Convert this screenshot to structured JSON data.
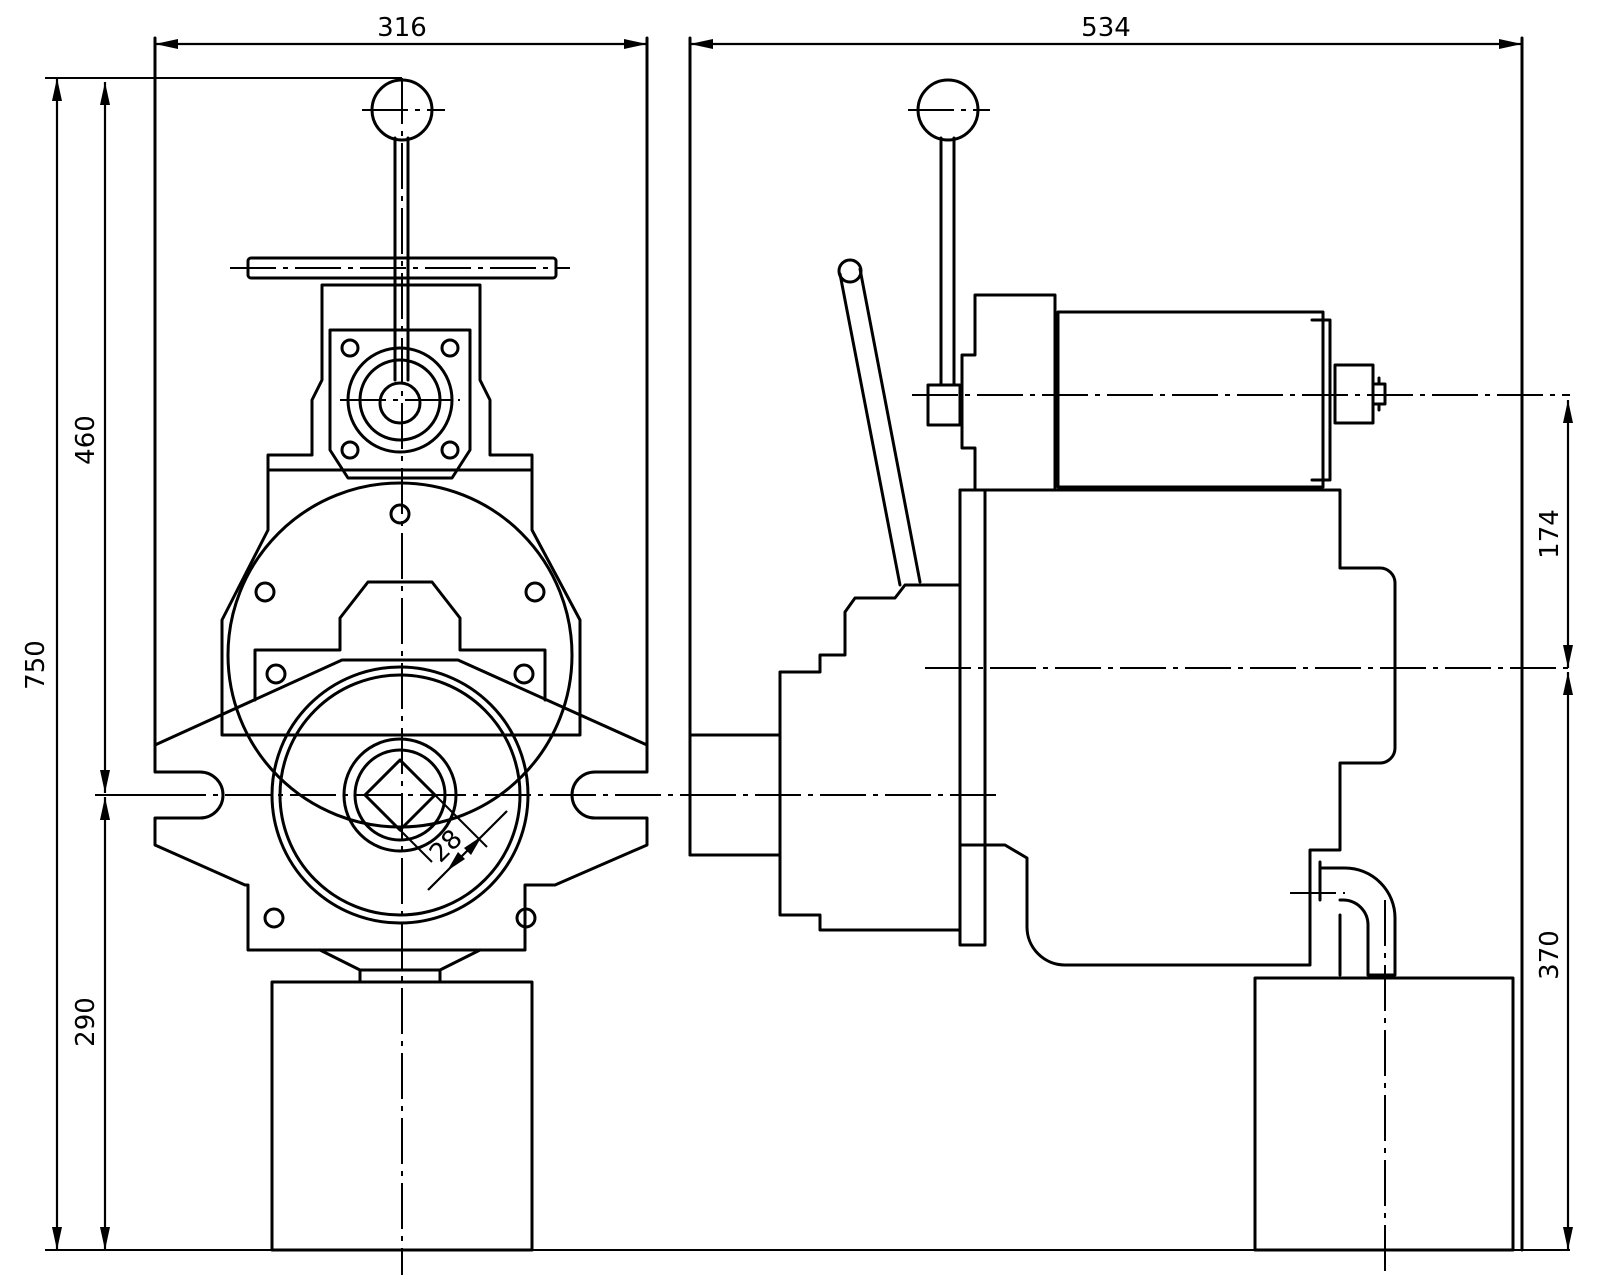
{
  "dimensions": {
    "width_front": "316",
    "width_side": "534",
    "overall_height": "750",
    "upper_height": "460",
    "lower_height": "290",
    "shaft_height": "370",
    "motor_offset": "174",
    "square_drive": "28"
  },
  "colors": {
    "line": "#000000",
    "background": "#ffffff"
  }
}
